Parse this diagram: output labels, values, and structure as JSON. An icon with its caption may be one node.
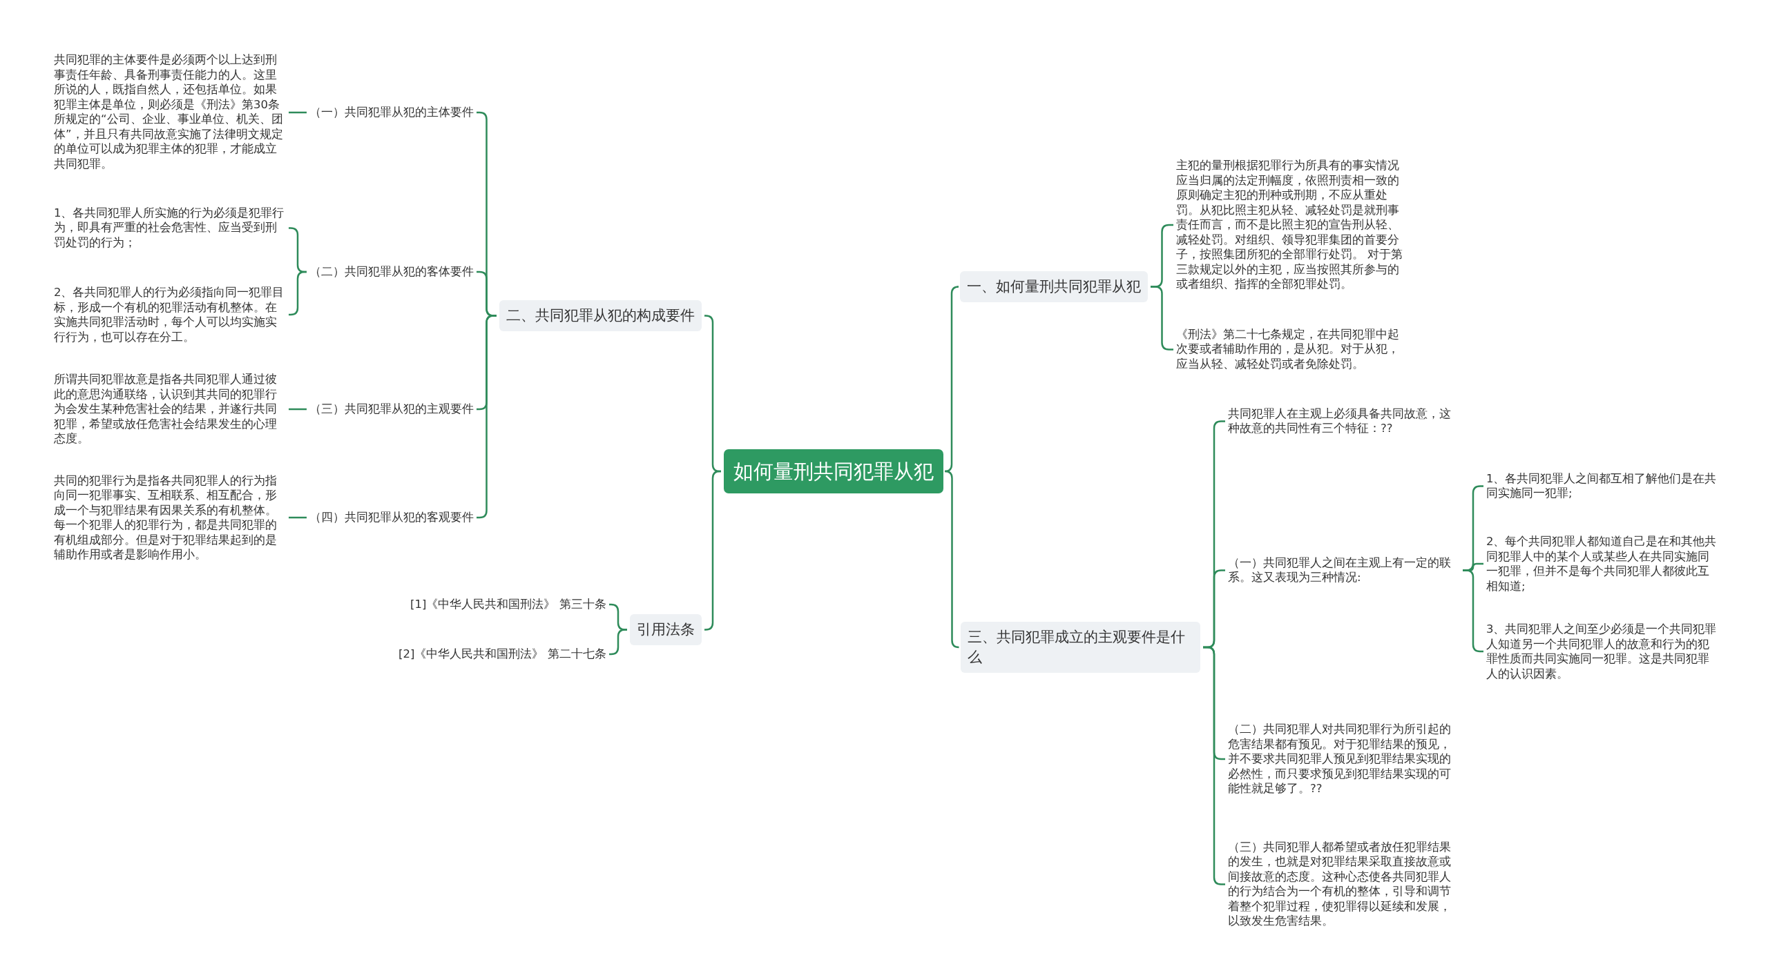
{
  "diagram": {
    "nodes": [
      {
        "text": [
          "如何量刑共同犯罪从犯"
        ]
      },
      {
        "text": [
          "二、共同犯罪从犯的构成要件"
        ]
      },
      {
        "text": [
          "（一）共同犯罪从犯的主体要件"
        ]
      },
      {
        "text": [
          "共同犯罪的主体要件是必须两个以上达到刑事责任年龄、具备刑事责任能力的人。这里所说的人，既指自然人，还包括单位。如果犯罪主体是单位，则必须是《刑法》第30条所规定的“公司、企业、事业单位、机关、团体”，并且只有共同故意实施了法律明文规定的单位可以成为犯罪主体的犯罪，才能成立共同犯罪。"
        ]
      },
      {
        "text": [
          "（二）共同犯罪从犯的客体要件"
        ]
      },
      {
        "text": [
          "1、各共同犯罪人所实施的行为必须是犯罪行为，即具有严重的社会危害性、应当受到刑罚处罚的行为；"
        ]
      },
      {
        "text": [
          "2、各共同犯罪人的行为必须指向同一犯罪目标，形成一个有机的犯罪活动有机整体。在实施共同犯罪活动时，每个人可以均实施实行行为，也可以存在分工。"
        ]
      },
      {
        "text": [
          "（三）共同犯罪从犯的主观要件"
        ]
      },
      {
        "text": [
          "所谓共同犯罪故意是指各共同犯罪人通过彼此的意思沟通联络，认识到其共同的犯罪行为会发生某种危害社会的结果，并遂行共同犯罪，希望或放任危害社会结果发生的心理态度。"
        ]
      },
      {
        "text": [
          "（四）共同犯罪从犯的客观要件"
        ]
      },
      {
        "text": [
          "共同的犯罪行为是指各共同犯罪人的行为指向同一犯罪事实、互相联系、相互配合，形成一个与犯罪结果有因果关系的有机整体。每一个犯罪人的犯罪行为，都是共同犯罪的有机组成部分。但是对于犯罪结果起到的是辅助作用或者是影响作用小。"
        ]
      },
      {
        "text": [
          "引用法条"
        ]
      },
      {
        "text": [
          "[1]《中华人民共和国刑法》 第三十条"
        ]
      },
      {
        "text": [
          "[2]《中华人民共和国刑法》 第二十七条"
        ]
      },
      {
        "text": [
          "一、如何量刑共同犯罪从犯"
        ]
      },
      {
        "text": [
          "主犯的量刑根据犯罪行为所具有的事实情况应当归属的法定刑幅度，依照刑责相一致的原则确定主犯的刑种或刑期，不应从重处罚。从犯比照主犯从轻、减轻处罚是就刑事责任而言，而不是比照主犯的宣告刑从轻、减轻处罚。对组织、领导犯罪集团的首要分子，按照集团所犯的全部罪行处罚。 对于第三款规定以外的主犯，应当按照其所参与的或者组织、指挥的全部犯罪处罚。"
        ]
      },
      {
        "text": [
          "《刑法》第二十七条规定，在共同犯罪中起次要或者辅助作用的，是从犯。对于从犯，应当从轻、减轻处罚或者免除处罚。"
        ]
      },
      {
        "text": [
          "三、共同犯罪成立的主观要件是什么"
        ]
      },
      {
        "text": [
          "共同犯罪人在主观上必须具备共同故意，这种故意的共同性有三个特征：??"
        ]
      },
      {
        "text": [
          "（一）共同犯罪人之间在主观上有一定的联系。这又表现为三种情况:"
        ]
      },
      {
        "text": [
          "1、各共同犯罪人之间都互相了解他们是在共同实施同一犯罪;"
        ]
      },
      {
        "text": [
          "2、每个共同犯罪人都知道自己是在和其他共同犯罪人中的某个人或某些人在共同实施同一犯罪，但并不是每个共同犯罪人都彼此互相知道;"
        ]
      },
      {
        "text": [
          "3、共同犯罪人之间至少必须是一个共同犯罪人知道另一个共同犯罪人的故意和行为的犯罪性质而共同实施同一犯罪。这是共同犯罪人的认识因素。"
        ]
      },
      {
        "text": [
          "（二）共同犯罪人对共同犯罪行为所引起的危害结果都有预见。对于犯罪结果的预见，并不要求共同犯罪人预见到犯罪结果实现的必然性，而只要求预见到犯罪结果实现的可能性就足够了。??"
        ]
      },
      {
        "text": [
          "（三）共同犯罪人都希望或者放任犯罪结果的发生，也就是对犯罪结果采取直接故意或间接故意的态度。这种心态使各共同犯罪人的行为结合为一个有机的整体，引导和调节着整个犯罪过程，使犯罪得以延续和发展，以致发生危害结果。"
        ]
      }
    ],
    "edges": [
      {
        "from": 0,
        "to": 1,
        "arrow": "none"
      },
      {
        "from": 1,
        "to": 2,
        "arrow": "none"
      },
      {
        "from": 2,
        "to": 3,
        "arrow": "none"
      },
      {
        "from": 1,
        "to": 4,
        "arrow": "none"
      },
      {
        "from": 4,
        "to": 5,
        "arrow": "none"
      },
      {
        "from": 4,
        "to": 6,
        "arrow": "none"
      },
      {
        "from": 1,
        "to": 7,
        "arrow": "none"
      },
      {
        "from": 7,
        "to": 8,
        "arrow": "none"
      },
      {
        "from": 1,
        "to": 9,
        "arrow": "none"
      },
      {
        "from": 9,
        "to": 10,
        "arrow": "none"
      },
      {
        "from": 0,
        "to": 11,
        "arrow": "none"
      },
      {
        "from": 11,
        "to": 12,
        "arrow": "none"
      },
      {
        "from": 11,
        "to": 13,
        "arrow": "none"
      },
      {
        "from": 0,
        "to": 14,
        "arrow": "none"
      },
      {
        "from": 14,
        "to": 15,
        "arrow": "none"
      },
      {
        "from": 14,
        "to": 16,
        "arrow": "none"
      },
      {
        "from": 0,
        "to": 17,
        "arrow": "none"
      },
      {
        "from": 17,
        "to": 18,
        "arrow": "none"
      },
      {
        "from": 17,
        "to": 19,
        "arrow": "none"
      },
      {
        "from": 19,
        "to": 20,
        "arrow": "none"
      },
      {
        "from": 19,
        "to": 21,
        "arrow": "none"
      },
      {
        "from": 19,
        "to": 22,
        "arrow": "none"
      },
      {
        "from": 17,
        "to": 23,
        "arrow": "none"
      },
      {
        "from": 17,
        "to": 24,
        "arrow": "none"
      }
    ]
  }
}
